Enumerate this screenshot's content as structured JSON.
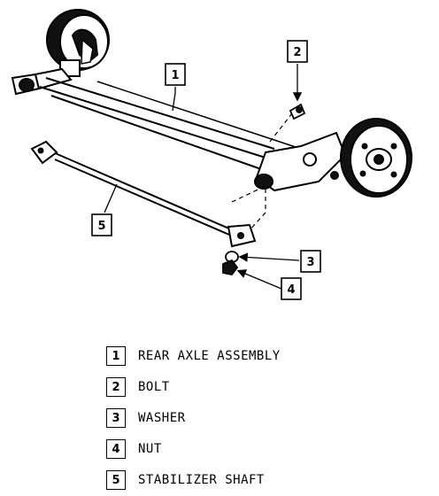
{
  "callouts": [
    {
      "number": "1"
    },
    {
      "number": "2"
    },
    {
      "number": "3"
    },
    {
      "number": "4"
    },
    {
      "number": "5"
    }
  ],
  "legend": [
    {
      "number": "1",
      "label": "REAR AXLE ASSEMBLY"
    },
    {
      "number": "2",
      "label": "BOLT"
    },
    {
      "number": "3",
      "label": "WASHER"
    },
    {
      "number": "4",
      "label": "NUT"
    },
    {
      "number": "5",
      "label": "STABILIZER SHAFT"
    }
  ]
}
